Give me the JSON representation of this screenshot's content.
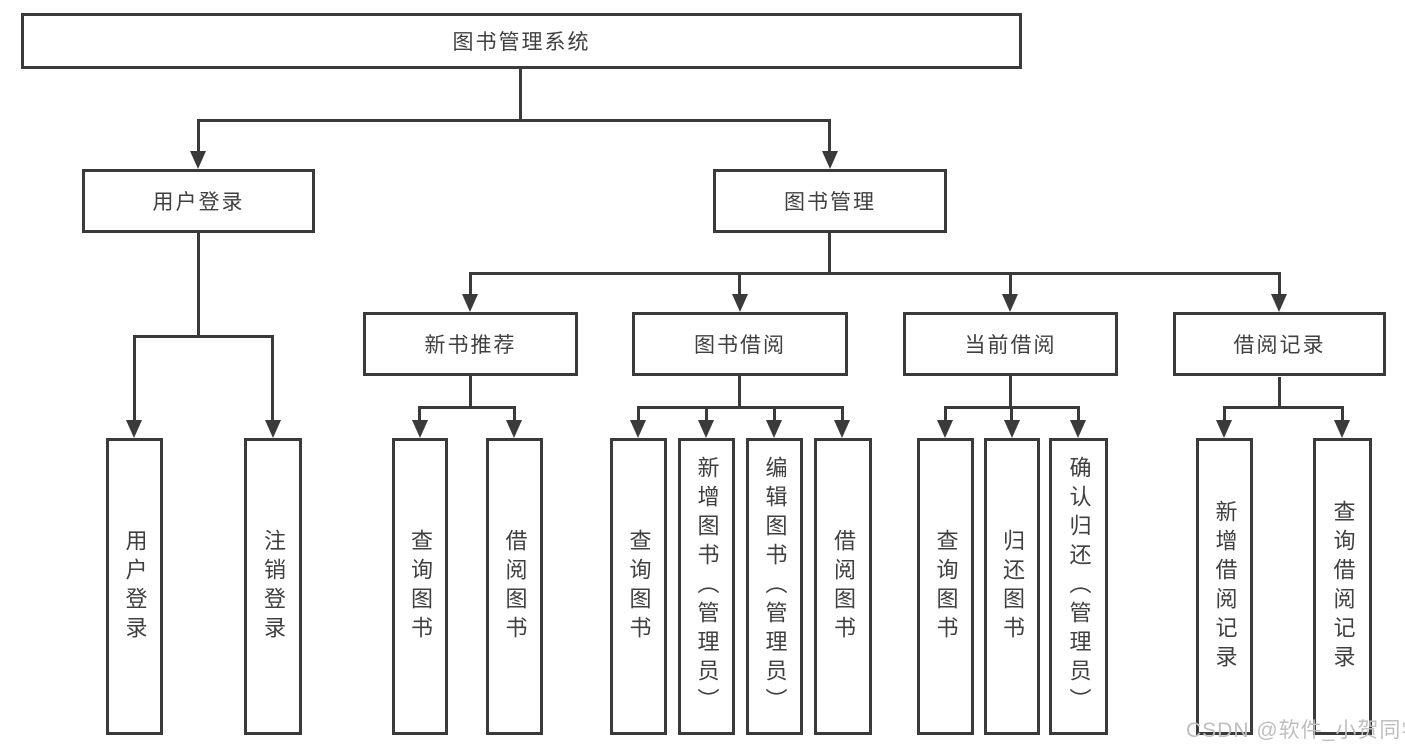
{
  "diagram": {
    "root": {
      "label": "图书管理系统"
    },
    "level2": [
      {
        "label": "用户登录"
      },
      {
        "label": "图书管理"
      }
    ],
    "level3": [
      {
        "label": "新书推荐"
      },
      {
        "label": "图书借阅"
      },
      {
        "label": "当前借阅"
      },
      {
        "label": "借阅记录"
      }
    ],
    "leaves": {
      "user_login": [
        "用户登录",
        "注销登录"
      ],
      "new_book": [
        "查询图书",
        "借阅图书"
      ],
      "book_borrow": [
        "查询图书",
        "新增图书（管理员）",
        "编辑图书（管理员）",
        "借阅图书"
      ],
      "current_borrow": [
        "查询图书",
        "归还图书",
        "确认归还（管理员）"
      ],
      "borrow_records": [
        "新增借阅记录",
        "查询借阅记录"
      ]
    },
    "colors": {
      "line": "#3a3a3a",
      "text": "#404040",
      "background": "#ffffff",
      "watermark": "#bfbfbf"
    }
  },
  "watermark": {
    "text": "CSDN @软件_小贺同学"
  }
}
